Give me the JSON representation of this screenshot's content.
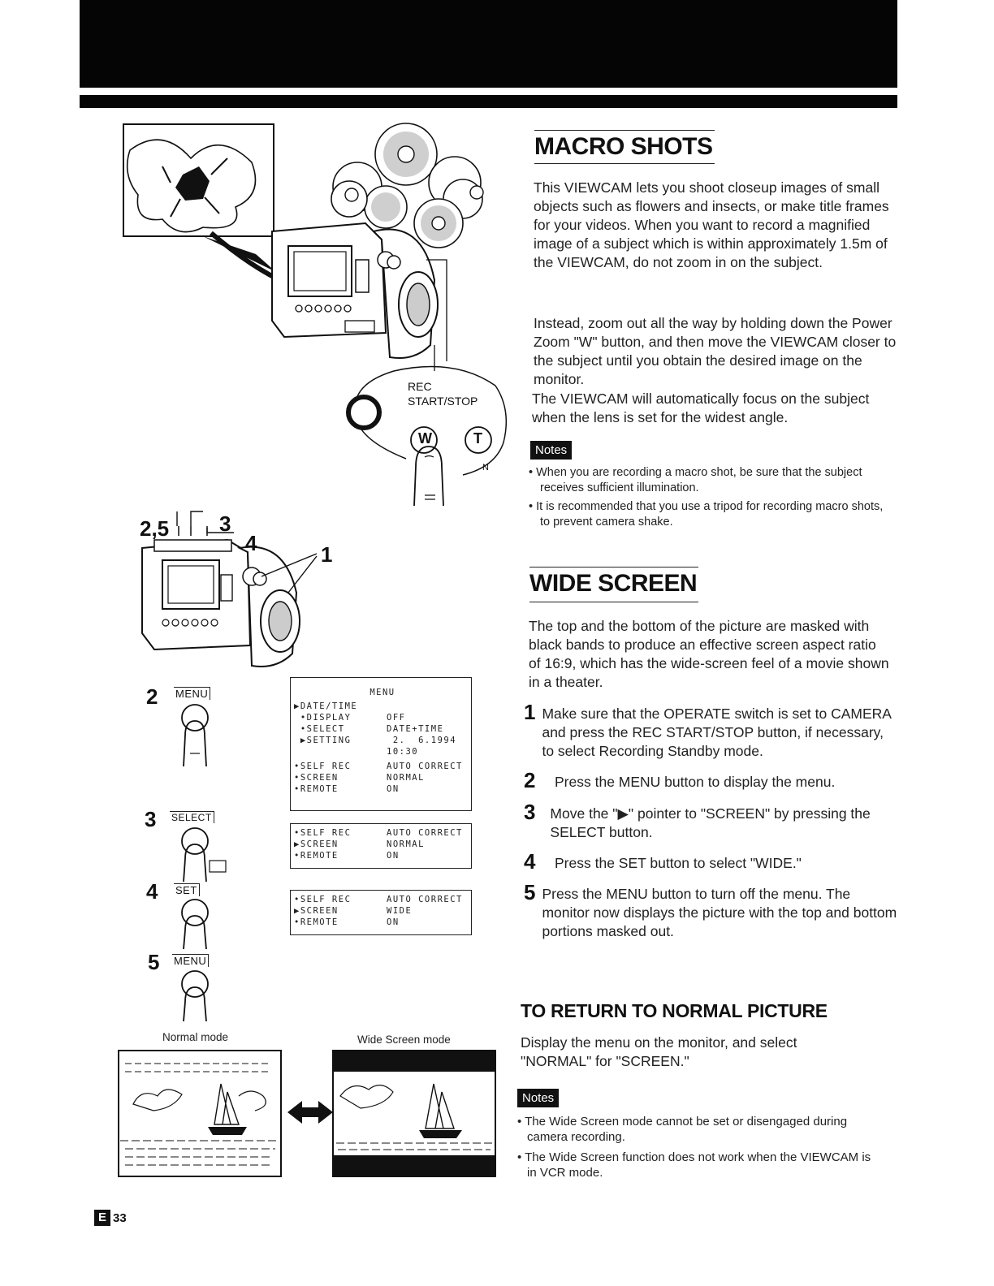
{
  "macro": {
    "title": "MACRO SHOTS",
    "para1": "This VIEWCAM lets you shoot closeup images of small objects such as flowers and insects, or make title frames for your videos. When you want to record a magnified image of a subject which is within approximately 1.5m of the VIEWCAM, do not zoom in on the subject.",
    "para2": "Instead, zoom out all the way by holding down the Power Zoom \"W\" button, and then move the VIEWCAM closer to the subject until you obtain the desired image on the monitor.",
    "para3": "The VIEWCAM will automatically focus on the subject when the lens is set for the widest angle.",
    "notes_label": "Notes",
    "notes": [
      "• When you are recording a macro shot, be sure that the subject receives sufficient illumination.",
      "• It is recommended that you use a tripod for recording macro shots, to prevent camera shake."
    ]
  },
  "wide": {
    "title": "WIDE SCREEN",
    "intro": "The top and the bottom of the picture are masked with black bands to produce an effective screen aspect ratio of 16:9, which has the wide-screen feel of a movie shown in a theater.",
    "steps": [
      {
        "num": "1",
        "text": "Make sure that the OPERATE switch is set to CAMERA and press the REC START/STOP button, if necessary, to select Recording Standby mode."
      },
      {
        "num": "2",
        "text": "Press the MENU button to display the menu."
      },
      {
        "num": "3",
        "text": "Move the \"▶\" pointer to \"SCREEN\" by pressing the SELECT button."
      },
      {
        "num": "4",
        "text": "Press the SET button to select \"WIDE.\""
      },
      {
        "num": "5",
        "text": "Press the MENU button to turn off the menu. The monitor now displays the picture with the top and bottom portions masked out."
      }
    ]
  },
  "return": {
    "title": "TO RETURN TO NORMAL PICTURE",
    "text": "Display the menu on the monitor, and select \"NORMAL\" for \"SCREEN.\"",
    "notes_label": "Notes",
    "notes": [
      "• The Wide Screen mode cannot be set or disengaged during camera recording.",
      "• The Wide Screen function does not work when the VIEWCAM is in VCR mode."
    ]
  },
  "figure": {
    "rec_label1": "REC",
    "rec_label2": "START/STOP",
    "w_label": "W",
    "t_label": "T",
    "n_label": "N",
    "callout_25": "2,5",
    "callout_3": "3",
    "callout_4": "4",
    "callout_1": "1",
    "step2_num": "2",
    "step2_btn": "MENU",
    "step3_num": "3",
    "step3_btn": "SELECT",
    "step4_num": "4",
    "step4_btn": "SET",
    "step5_num": "5",
    "step5_btn": "MENU",
    "normal_caption": "Normal mode",
    "wide_caption": "Wide Screen mode"
  },
  "menu1": {
    "title": "MENU",
    "rows": [
      {
        "k": "▶DATE/TIME",
        "v": ""
      },
      {
        "k": " •DISPLAY",
        "v": "OFF"
      },
      {
        "k": " •SELECT",
        "v": "DATE+TIME"
      },
      {
        "k": " ▶SETTING",
        "v": " 2.  6.1994"
      },
      {
        "k": "",
        "v": "10:30"
      },
      {
        "k": "•SELF REC",
        "v": "AUTO CORRECT"
      },
      {
        "k": "•SCREEN",
        "v": "NORMAL"
      },
      {
        "k": "•REMOTE",
        "v": "ON"
      }
    ]
  },
  "menu2": {
    "rows": [
      {
        "k": "•SELF REC",
        "v": "AUTO CORRECT"
      },
      {
        "k": "▶SCREEN",
        "v": "NORMAL"
      },
      {
        "k": "•REMOTE",
        "v": "ON"
      }
    ]
  },
  "menu3": {
    "rows": [
      {
        "k": "•SELF REC",
        "v": "AUTO CORRECT"
      },
      {
        "k": "▶SCREEN",
        "v": "WIDE"
      },
      {
        "k": "•REMOTE",
        "v": "ON"
      }
    ]
  },
  "page": {
    "lang_badge": "E",
    "number": "33"
  }
}
